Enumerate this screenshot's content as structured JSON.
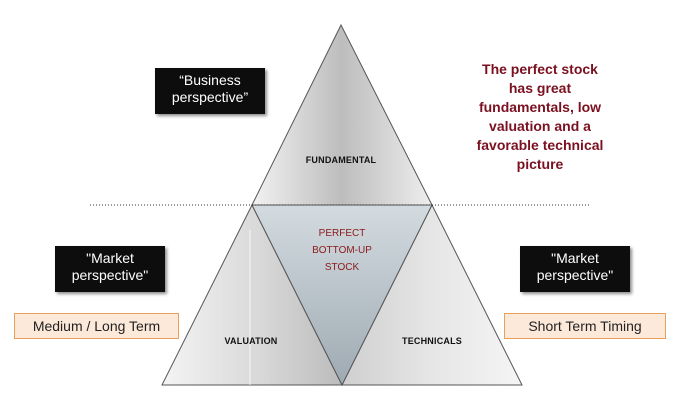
{
  "labels": {
    "fundamental": "FUNDAMENTAL",
    "valuation": "VALUATION",
    "technicals": "TECHNICALS",
    "center_line1": "PERFECT",
    "center_line2": "BOTTOM-UP",
    "center_line3": "STOCK"
  },
  "perspectives": {
    "business_line1": "“Business",
    "business_line2": "perspective”",
    "market_left_line1": "\"Market",
    "market_left_line2": "perspective\"",
    "market_right_line1": "\"Market",
    "market_right_line2": "perspective\""
  },
  "timing": {
    "left": "Medium / Long Term",
    "right": "Short Term Timing"
  },
  "note": {
    "line1": "The perfect stock",
    "line2": "has great",
    "line3": "fundamentals, low",
    "line4": "valuation and a",
    "line5": "favorable technical",
    "line6": "picture"
  },
  "colors": {
    "note_text": "#7a1020",
    "center_text": "#8b1a1a",
    "timing_fill": "#fde9d9",
    "timing_border": "#e9a05e",
    "persp_fill": "#0d0d0d"
  }
}
